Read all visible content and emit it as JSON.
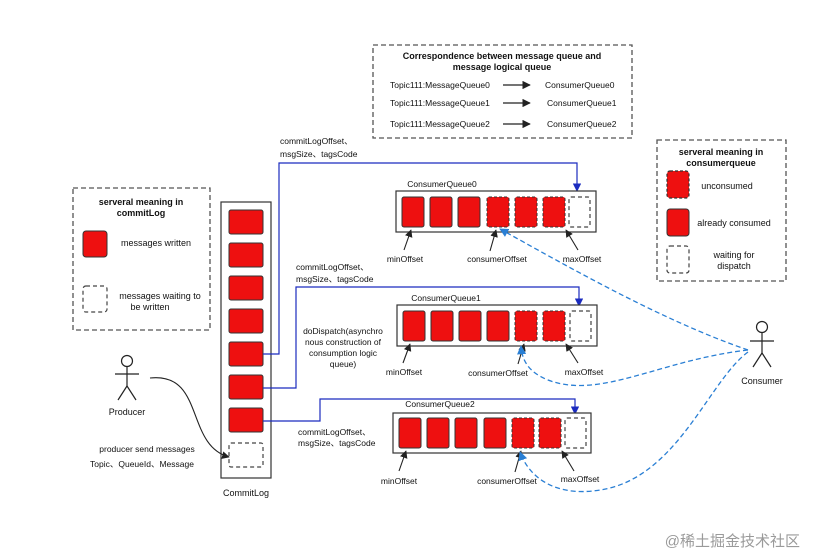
{
  "legend_commitlog": {
    "title_line1": "serveral meaning in",
    "title_line2": "commitLog",
    "written_label": "messages written",
    "waiting_line1": "messages waiting to",
    "waiting_line2": "be written"
  },
  "legend_consumerqueue": {
    "title_line1": "serveral meaning in",
    "title_line2": "consumerqueue",
    "unconsumed_label": "unconsumed",
    "consumed_label": "already consumed",
    "waiting_line1": "waiting for",
    "waiting_line2": "dispatch"
  },
  "correspondence": {
    "title_line1": "Correspondence between message queue and",
    "title_line2": "message logical queue",
    "rows": [
      {
        "left": "Topic111:MessageQueue0",
        "right": "ConsumerQueue0"
      },
      {
        "left": "Topic111:MessageQueue1",
        "right": "ConsumerQueue1"
      },
      {
        "left": "Topic111:MessageQueue2",
        "right": "ConsumerQueue2"
      }
    ]
  },
  "commitlog": {
    "label": "CommitLog"
  },
  "producer": {
    "label": "Producer",
    "send_line1": "producer send messages",
    "send_line2": "Topic、QueueId、Message"
  },
  "consumer": {
    "label": "Consumer"
  },
  "queues": [
    {
      "title": "ConsumerQueue0",
      "arrow_line1": "commitLogOffset、",
      "arrow_line2": "msgSize、tagsCode",
      "min": "minOffset",
      "consumer": "consumerOffset",
      "max": "maxOffset"
    },
    {
      "title": "ConsumerQueue1",
      "arrow_line1": "commitLogOffset、",
      "arrow_line2": "msgSize、tagsCode",
      "min": "minOffset",
      "consumer": "consumerOffset",
      "max": "maxOffset"
    },
    {
      "title": "ConsumerQueue2",
      "arrow_line1": "commitLogOffset、",
      "arrow_line2": "msgSize、tagsCode",
      "min": "minOffset",
      "consumer": "consumerOffset",
      "max": "maxOffset"
    }
  ],
  "dispatch": {
    "line1": "doDispatch(asynchro",
    "line2": "nous construction of",
    "line3": "consumption logic",
    "line4": "queue)"
  },
  "watermark": "@稀土掘金技术社区",
  "colors": {
    "red": "#ee1010",
    "blue": "#1b2bbf",
    "dash_blue": "#2a7fd4",
    "gray": "#555555"
  }
}
